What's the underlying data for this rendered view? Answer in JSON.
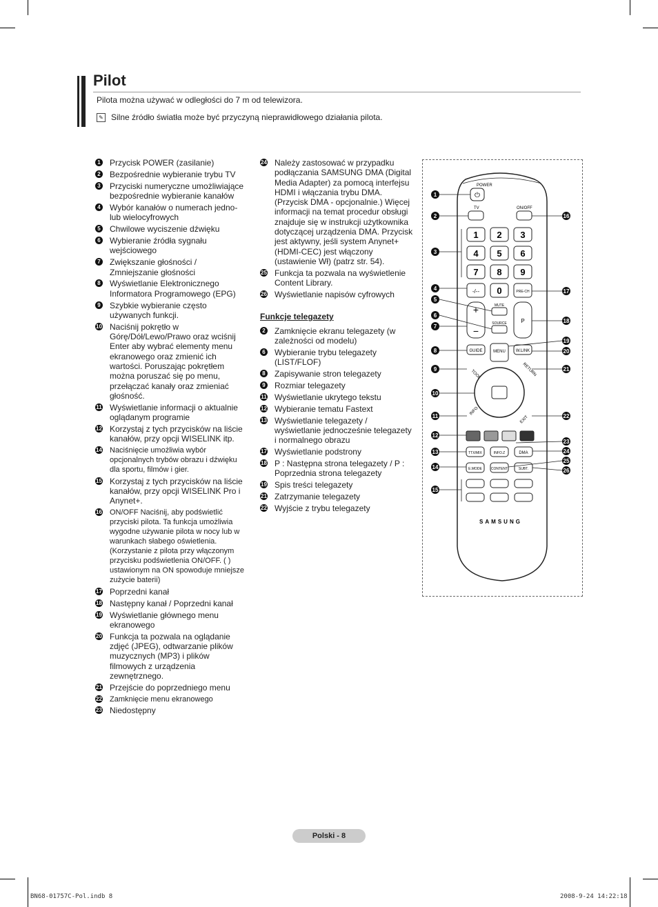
{
  "title": "Pilot",
  "intro": "Pilota można używać w odległości do 7 m od telewizora.",
  "note": "Silne źródło światła może być przyczyną nieprawidłowego działania pilota.",
  "col1": [
    {
      "n": "1",
      "t": "Przycisk POWER (zasilanie)"
    },
    {
      "n": "2",
      "t": "Bezpośrednie wybieranie trybu TV"
    },
    {
      "n": "3",
      "t": "Przyciski numeryczne umożliwiające bezpośrednie wybieranie kanałów"
    },
    {
      "n": "4",
      "t": "Wybór kanałów o numerach jedno- lub wielocyfrowych"
    },
    {
      "n": "5",
      "t": "Chwilowe wyciszenie dźwięku"
    },
    {
      "n": "6",
      "t": "Wybieranie źródła sygnału wejściowego"
    },
    {
      "n": "7",
      "t": "Zwiększanie głośności / Zmniejszanie głośności"
    },
    {
      "n": "8",
      "t": "Wyświetlanie Elektronicznego Informatora Programowego (EPG)"
    },
    {
      "n": "9",
      "t": "Szybkie wybieranie często używanych funkcji."
    },
    {
      "n": "10",
      "t": "Naciśnij pokrętło w Górę/Dół/Lewo/Prawo oraz wciśnij Enter aby wybrać elementy menu ekranowego oraz zmienić ich wartości. Poruszając pokrętłem można poruszać się po menu, przełączać kanały oraz zmieniać głośność."
    },
    {
      "n": "11",
      "t": "Wyświetlanie informacji o aktualnie oglądanym programie"
    },
    {
      "n": "12",
      "t": "Korzystaj z tych przycisków na liście kanałów, przy opcji WISELINK itp."
    },
    {
      "n": "14",
      "t": "Naciśnięcie umożliwia wybór opcjonalnych trybów obrazu i dźwięku dla sportu, filmów i gier."
    },
    {
      "n": "15",
      "t": "Korzystaj z tych przycisków na liście kanałów, przy opcji WISELINK Pro i Anynet+."
    },
    {
      "n": "16",
      "t": "ON/OFF Naciśnij, aby podświetlić przyciski pilota. Ta funkcja umożliwia wygodne używanie pilota w nocy lub w warunkach słabego oświetlenia. (Korzystanie z pilota przy włączonym przycisku podświetlenia ON/OFF. ( ) ustawionym na ON spowoduje mniejsze zużycie baterii)"
    },
    {
      "n": "17",
      "t": "Poprzedni kanał"
    },
    {
      "n": "18",
      "t": "Następny kanał / Poprzedni kanał"
    },
    {
      "n": "19",
      "t": "Wyświetlanie głównego menu ekranowego"
    },
    {
      "n": "20",
      "t": "Funkcja ta pozwala na oglądanie zdjęć (JPEG), odtwarzanie plików muzycznych (MP3) i plików filmowych z urządzenia zewnętrznego."
    },
    {
      "n": "21",
      "t": "Przejście do poprzedniego menu"
    },
    {
      "n": "22",
      "t": "Zamknięcie menu ekranowego"
    },
    {
      "n": "23",
      "t": "Niedostępny"
    }
  ],
  "col2": [
    {
      "n": "24",
      "t": "Należy zastosować w przypadku podłączania SAMSUNG DMA (Digital Media Adapter) za pomocą interfejsu HDMI i włączania trybu DMA. (Przycisk DMA - opcjonalnie.) Więcej informacji na temat procedur obsługi znajduje się w instrukcji użytkownika dotyczącej urządzenia DMA. Przycisk jest aktywny, jeśli system Anynet+ (HDMI-CEC) jest włączony (ustawienie Wł) (patrz str. 54)."
    },
    {
      "n": "25",
      "t": "Funkcja ta pozwala na wyświetlenie Content Library."
    },
    {
      "n": "26",
      "t": "Wyświetlanie napisów cyfrowych"
    }
  ],
  "teletext_heading": "Funkcje telegazety",
  "teletext": [
    {
      "n": "2",
      "t": "Zamknięcie ekranu telegazety (w zależności od modelu)"
    },
    {
      "n": "6",
      "t": "Wybieranie trybu telegazety (LIST/FLOF)"
    },
    {
      "n": "8",
      "t": "Zapisywanie stron telegazety"
    },
    {
      "n": "9",
      "t": "Rozmiar telegazety"
    },
    {
      "n": "11",
      "t": "Wyświetlanie ukrytego tekstu"
    },
    {
      "n": "12",
      "t": "Wybieranie tematu Fastext"
    },
    {
      "n": "13",
      "t": "Wyświetlanie telegazety / wyświetlanie jednocześnie telegazety i normalnego obrazu"
    },
    {
      "n": "17",
      "t": "Wyświetlanie podstrony"
    },
    {
      "n": "18",
      "t": "P : Następna strona telegazety / P : Poprzednia strona telegazety"
    },
    {
      "n": "19",
      "t": "Spis treści telegazety"
    },
    {
      "n": "21",
      "t": "Zatrzymanie telegazety"
    },
    {
      "n": "22",
      "t": "Wyjście z trybu telegazety"
    }
  ],
  "remote": {
    "power": "POWER",
    "tv": "TV",
    "onoff": "ON/OFF",
    "prech": "PRE-CH",
    "mute": "MUTE",
    "source": "SOURCE",
    "guide": "GUIDE",
    "menu": "MENU",
    "wlink": "W.LINK",
    "tools": "TOOLS",
    "return": "RETURN",
    "info": "INFO",
    "exit": "EXIT",
    "ttxmix": "TTX/MIX",
    "info2": "INFO.Z",
    "dma": "DMA",
    "emode": "E.MODE",
    "content": "CONTENT",
    "subt": "SUBT.",
    "p": "P",
    "brand": "SAMSUNG",
    "dash": "-/--",
    "digits": [
      "1",
      "2",
      "3",
      "4",
      "5",
      "6",
      "7",
      "8",
      "9",
      "0"
    ],
    "callouts": [
      "1",
      "2",
      "3",
      "4",
      "5",
      "6",
      "7",
      "8",
      "9",
      "10",
      "11",
      "12",
      "13",
      "14",
      "15",
      "16",
      "17",
      "18",
      "19",
      "20",
      "21",
      "22",
      "23",
      "24",
      "25",
      "26"
    ]
  },
  "footer": "Polski - 8",
  "print_left": "BN68-01757C-Pol.indb   8",
  "print_right": "2008-9-24   14:22:18"
}
